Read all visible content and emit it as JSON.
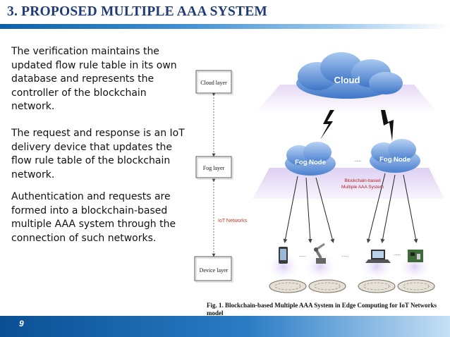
{
  "slide": {
    "title": "3. PROPOSED MULTIPLE AAA SYSTEM",
    "paragraphs": [
      "The verification maintains the updated flow rule table in its own database and represents the controller of the blockchain network.",
      "The request and response is an IoT delivery device that updates the flow rule table of the blockchain network.",
      "Authentication and requests are formed into a blockchain-based multiple AAA system through the connection of such networks."
    ],
    "page_number": "9"
  },
  "figure": {
    "layers": [
      "Cloud layer",
      "Fog layer",
      "Device layer"
    ],
    "iot_label": "IoT Networks",
    "cloud_label": "Cloud",
    "fog_node_left": "Fog Node",
    "fog_node_right": "Fog Node",
    "blockchain_label_line1": "Blockchain-based",
    "blockchain_label_line2": "Multiple AAA System",
    "ellipsis": "......",
    "caption": "Fig. 1. Blockchain-based Multiple AAA System in Edge Computing for IoT Networks model"
  },
  "colors": {
    "title": "#1f3a78",
    "accent_blue": "#0d5fa8",
    "cloud_fill": "#5b8fd6",
    "fog_fill": "#6fa0e0",
    "blockchain_label": "#b22222",
    "band": "#0a4f93"
  },
  "icons": [
    "cloud-icon",
    "fog-node-icon",
    "lightning-bolt-icon",
    "phone-device-icon",
    "robot-arm-device-icon",
    "laptop-device-icon",
    "circuit-board-device-icon",
    "network-ring-icon"
  ]
}
